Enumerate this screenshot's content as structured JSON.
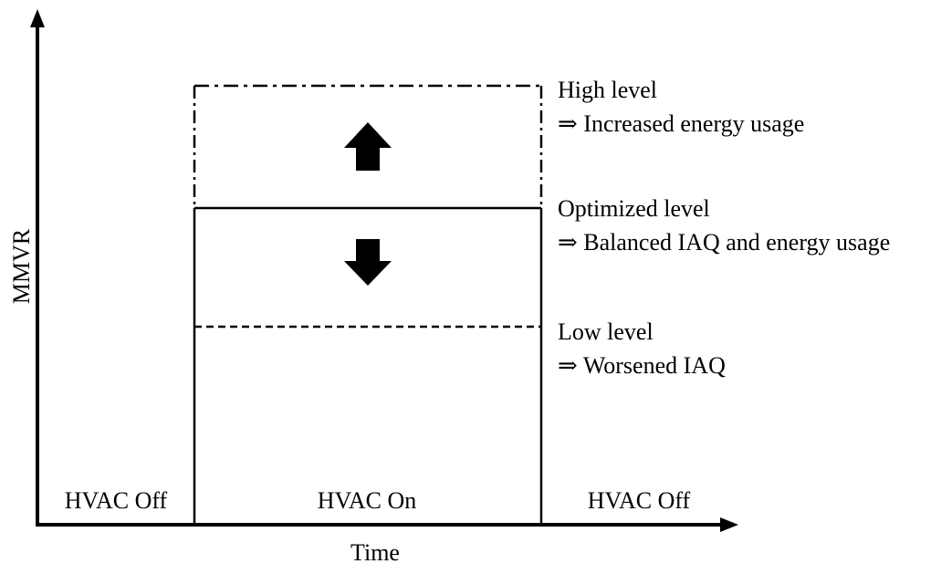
{
  "axes": {
    "y_label": "MMVR",
    "x_label": "Time"
  },
  "phases": [
    {
      "label": "HVAC Off"
    },
    {
      "label": "HVAC On"
    },
    {
      "label": "HVAC Off"
    }
  ],
  "levels": [
    {
      "name": "High level",
      "effect": "⇒ Increased energy usage",
      "line_style": "dash-dot"
    },
    {
      "name": "Optimized level",
      "effect": "⇒ Balanced IAQ and energy usage",
      "line_style": "solid"
    },
    {
      "name": "Low level",
      "effect": "⇒ Worsened IAQ",
      "line_style": "dashed"
    }
  ],
  "icons": {
    "up_arrow": "arrow-up-icon",
    "down_arrow": "arrow-down-icon"
  },
  "colors": {
    "ink": "#000000",
    "background": "#ffffff"
  }
}
